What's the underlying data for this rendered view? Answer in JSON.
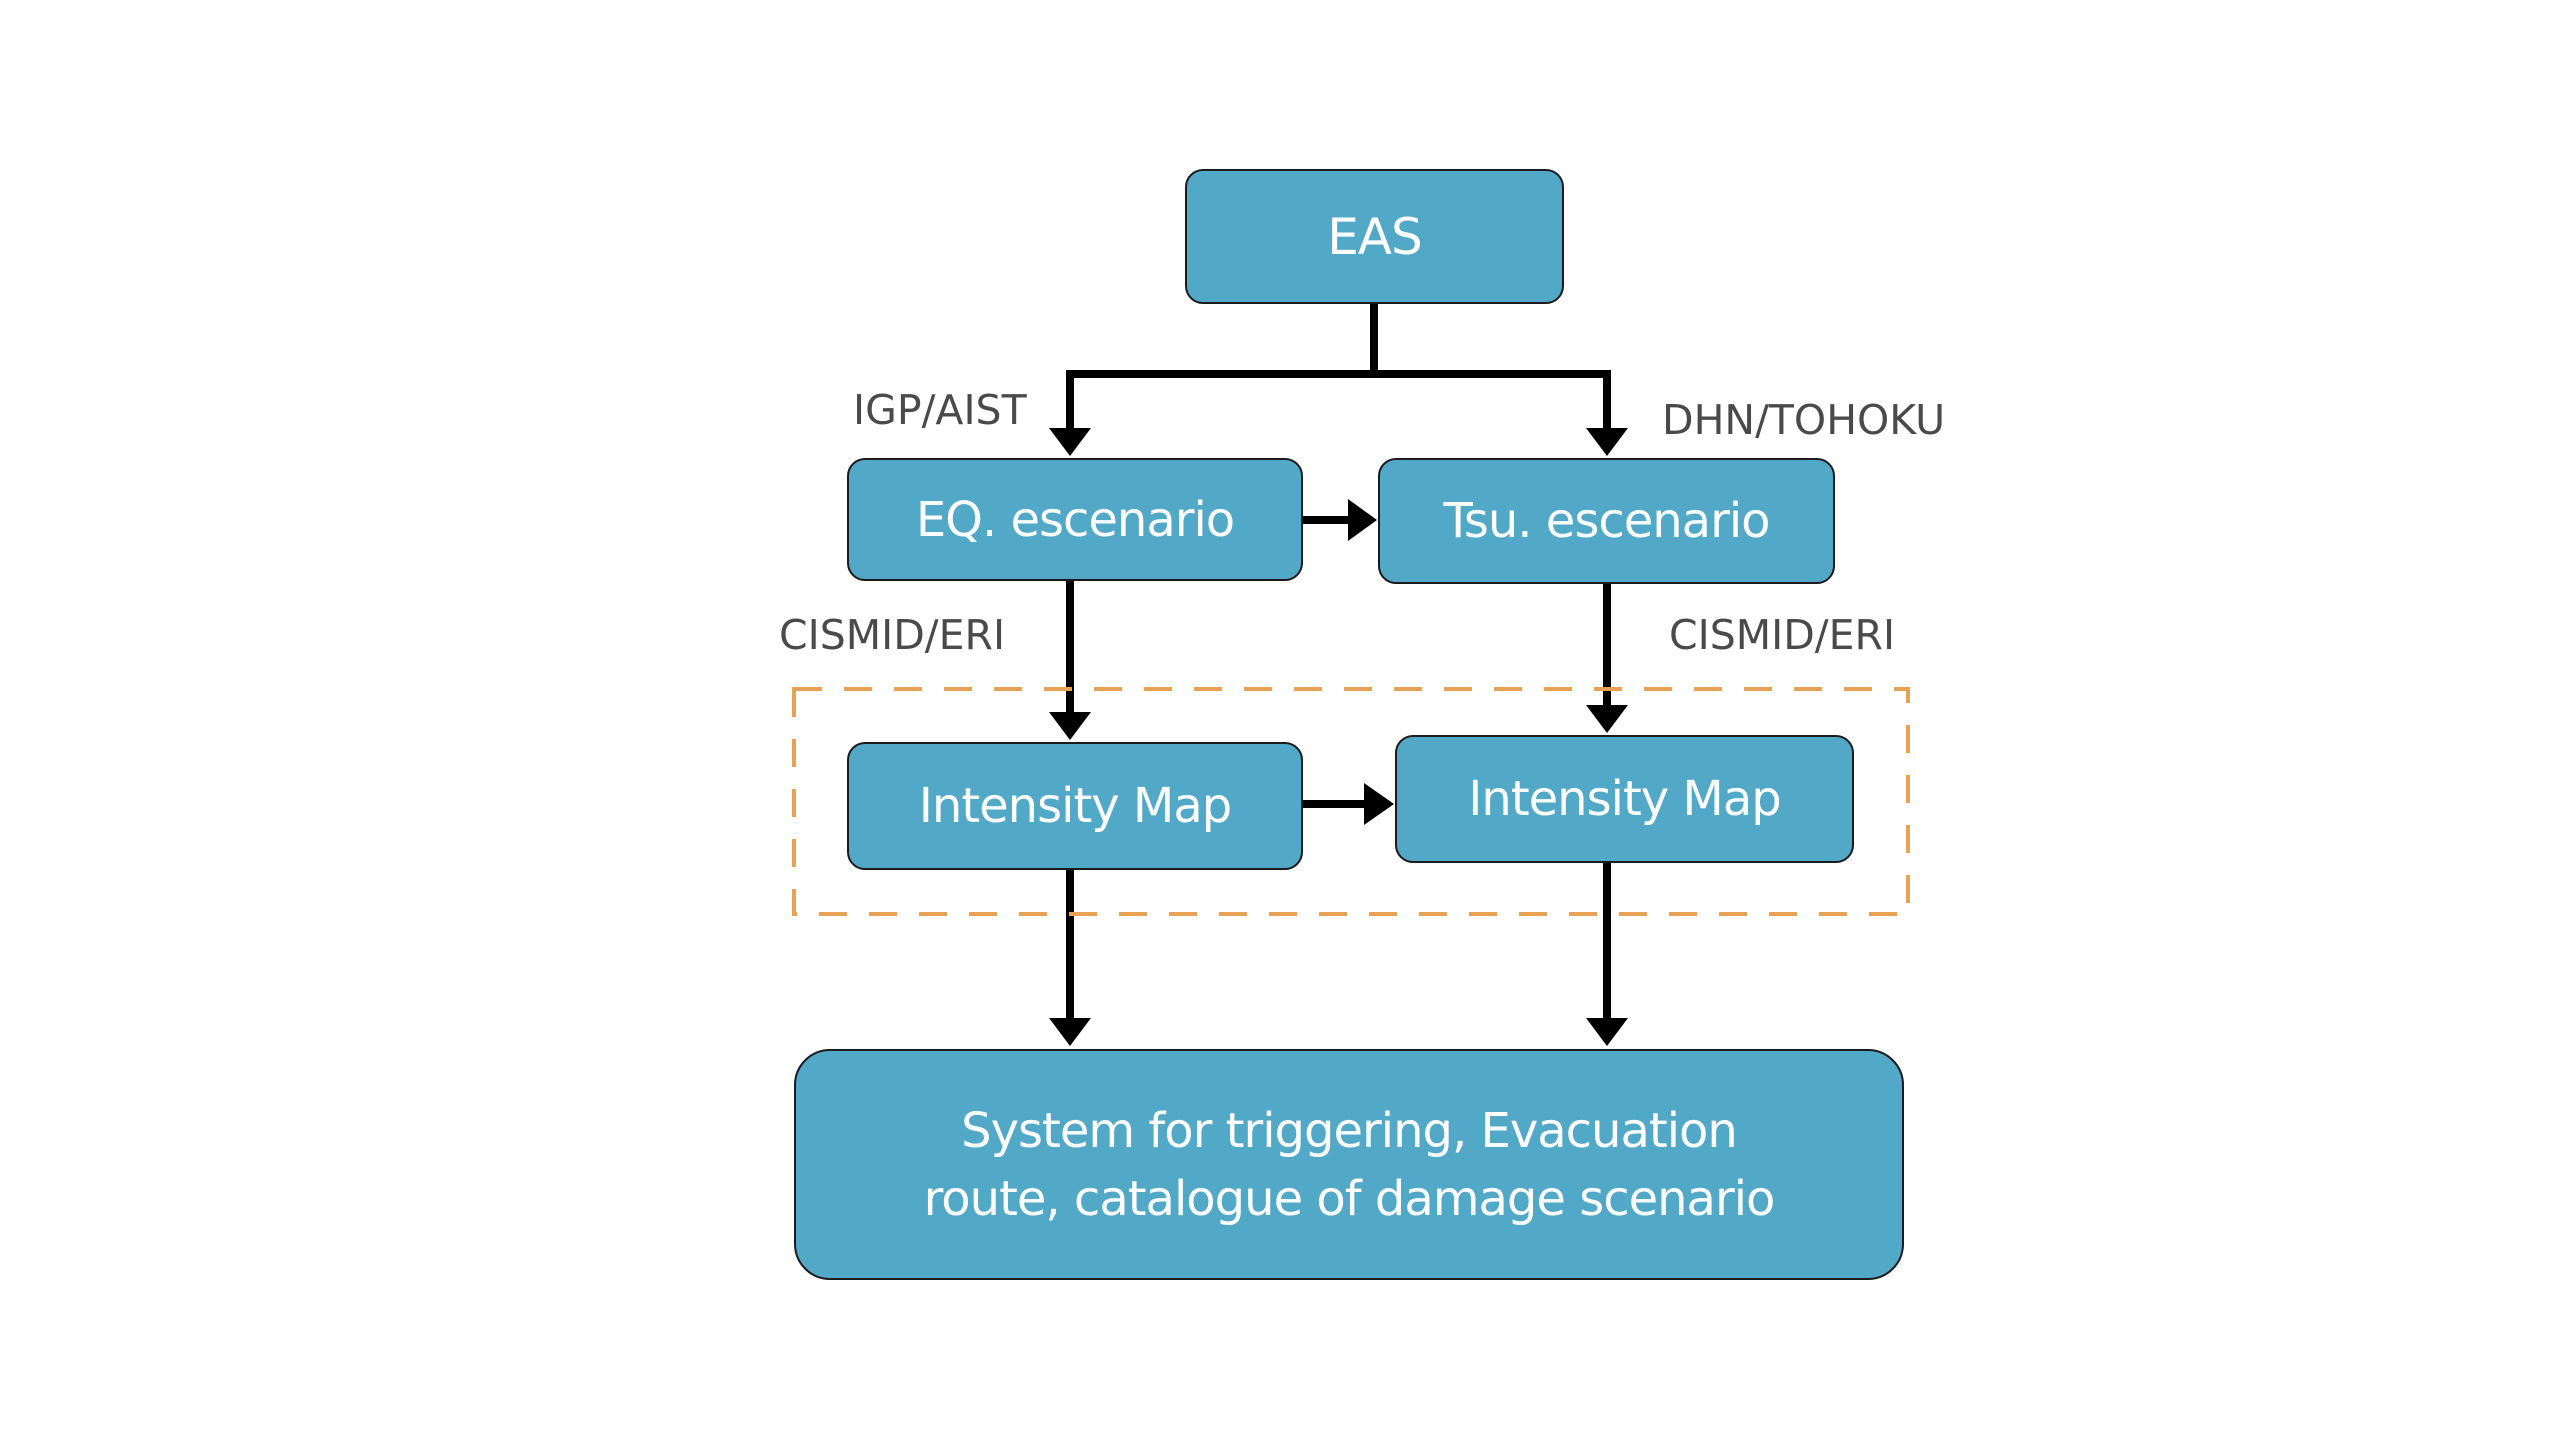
{
  "diagram": {
    "title": "EAS workflow",
    "colors": {
      "node_fill": "#52a8c7",
      "node_border": "#1b1b1b",
      "node_text": "#ffffff",
      "edge": "#000000",
      "label_text": "#4a4a4a",
      "group_border": "#e8a255"
    },
    "nodes": {
      "eas": "EAS",
      "eq_scenario": "EQ. escenario",
      "tsu_scenario": "Tsu. escenario",
      "intensity_map_eq": "Intensity Map",
      "intensity_map_tsu": "Intensity Map",
      "system_line1": "System for triggering, Evacuation",
      "system_line2": "route, catalogue of damage scenario"
    },
    "edge_labels": {
      "eas_to_eq": "IGP/AIST",
      "eas_to_tsu": "DHN/TOHOKU",
      "eq_to_map": "CISMID/ERI",
      "tsu_to_map": "CISMID/ERI"
    },
    "edges": [
      {
        "from": "eas",
        "to": "eq_scenario",
        "label": "IGP/AIST"
      },
      {
        "from": "eas",
        "to": "tsu_scenario",
        "label": "DHN/TOHOKU"
      },
      {
        "from": "eq_scenario",
        "to": "tsu_scenario"
      },
      {
        "from": "eq_scenario",
        "to": "intensity_map_eq",
        "label": "CISMID/ERI"
      },
      {
        "from": "tsu_scenario",
        "to": "intensity_map_tsu",
        "label": "CISMID/ERI"
      },
      {
        "from": "intensity_map_eq",
        "to": "intensity_map_tsu"
      },
      {
        "from": "intensity_map_eq",
        "to": "system"
      },
      {
        "from": "intensity_map_tsu",
        "to": "system"
      }
    ],
    "groups": [
      {
        "name": "intensity-maps-group",
        "members": [
          "intensity_map_eq",
          "intensity_map_tsu"
        ],
        "style": "dashed"
      }
    ]
  }
}
